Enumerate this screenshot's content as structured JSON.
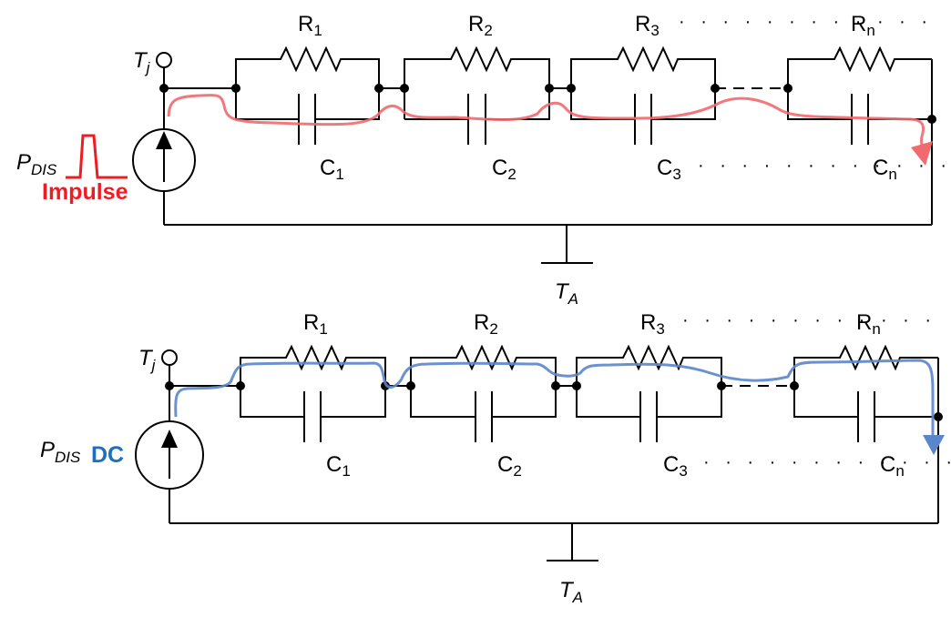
{
  "figure": {
    "description": "Foster thermal RC network: impulse vs DC power dissipation heat flow",
    "circuits": [
      {
        "id": "impulse",
        "junction_label": "T",
        "junction_sub": "j",
        "source_label": "P",
        "source_sub": "DIS",
        "mode_label": "Impulse",
        "mode_color": "#ee1c24",
        "flow_color": "#f06a6e",
        "ambient_label": "T",
        "ambient_sub": "A",
        "resistors": [
          {
            "label": "R",
            "sub": "1"
          },
          {
            "label": "R",
            "sub": "2"
          },
          {
            "label": "R",
            "sub": "3"
          },
          {
            "label": "R",
            "sub": "n"
          }
        ],
        "capacitors": [
          {
            "label": "C",
            "sub": "1"
          },
          {
            "label": "C",
            "sub": "2"
          },
          {
            "label": "C",
            "sub": "3"
          },
          {
            "label": "C",
            "sub": "n"
          }
        ],
        "ellipsis": "· · · · · · · · · · · ·"
      },
      {
        "id": "dc",
        "junction_label": "T",
        "junction_sub": "j",
        "source_label": "P",
        "source_sub": "DIS",
        "mode_label": "DC",
        "mode_color": "#1e6fbf",
        "flow_color": "#5b86c9",
        "ambient_label": "T",
        "ambient_sub": "A",
        "resistors": [
          {
            "label": "R",
            "sub": "1"
          },
          {
            "label": "R",
            "sub": "2"
          },
          {
            "label": "R",
            "sub": "3"
          },
          {
            "label": "R",
            "sub": "n"
          }
        ],
        "capacitors": [
          {
            "label": "C",
            "sub": "1"
          },
          {
            "label": "C",
            "sub": "2"
          },
          {
            "label": "C",
            "sub": "3"
          },
          {
            "label": "C",
            "sub": "n"
          }
        ],
        "ellipsis": "· · · · · · · · · · · ·"
      }
    ]
  }
}
